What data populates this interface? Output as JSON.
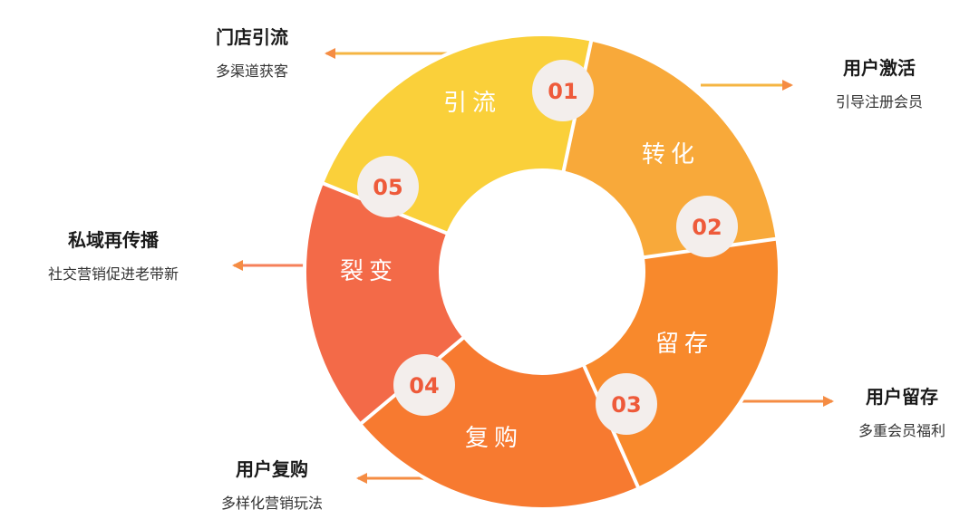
{
  "stages": [
    {
      "number": "01",
      "label": "引流",
      "color": "#FAD03A",
      "title": "门店引流",
      "subtitle": "多渠道获客"
    },
    {
      "number": "02",
      "label": "转化",
      "color": "#F8A93A",
      "title": "用户激活",
      "subtitle": "引导注册会员"
    },
    {
      "number": "03",
      "label": "留存",
      "color": "#F8892C",
      "title": "用户留存",
      "subtitle": "多重会员福利"
    },
    {
      "number": "04",
      "label": "复购",
      "color": "#F77A30",
      "title": "用户复购",
      "subtitle": "多样化营销玩法"
    },
    {
      "number": "05",
      "label": "裂变",
      "color": "#F36A48",
      "title": "私域再传播",
      "subtitle": "社交营销促进老带新"
    }
  ],
  "colors": {
    "badge_fill": "#F3EEEC",
    "badge_text": "#EE5A3A",
    "label_text": "#ffffff"
  }
}
